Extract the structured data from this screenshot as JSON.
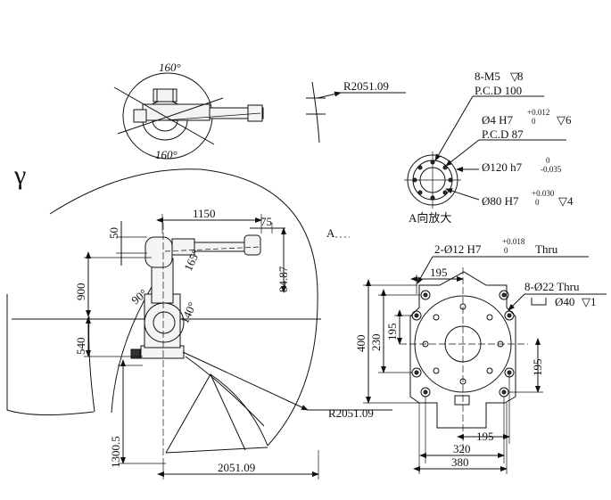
{
  "top_view": {
    "angle_top": "160°",
    "angle_bottom": "160°",
    "radius_label": "R2051.09"
  },
  "side_view": {
    "glyph": "γ",
    "dims": {
      "reach_1150": "1150",
      "d_75": "75",
      "d_50": "50",
      "d_900": "900",
      "d_540": "540",
      "d_1300_5": "1300.5",
      "d_2051_09": "2051.09",
      "d_84_87": "84.87",
      "angle_165": "165°",
      "angle_90": "90°",
      "angle_140": "140°"
    },
    "radius_label": "R2051.09",
    "view_arrow_label": "A"
  },
  "flange_detail": {
    "callout_1_line1": "8-M5",
    "callout_1_line1_depth": "8",
    "callout_1_line2": "P.C.D 100",
    "callout_2_line1": "Ø4 H7",
    "callout_2_line1_tol_top": "+0.012",
    "callout_2_line1_tol_bot": "0",
    "callout_2_line1_depth": "6",
    "callout_2_line2": "P.C.D 87",
    "callout_3": "Ø120 h7",
    "callout_3_tol_top": "0",
    "callout_3_tol_bot": "-0.035",
    "callout_4": "Ø80 H7",
    "callout_4_tol_top": "+0.030",
    "callout_4_tol_bot": "0",
    "callout_4_depth": "4",
    "caption": "A向放大"
  },
  "base_view": {
    "hole_callout_1": "2-Ø12 H7",
    "hole_callout_1_tol_top": "+0.018",
    "hole_callout_1_tol_bot": "0",
    "hole_callout_1_suffix": "Thru",
    "hole_callout_2": "8-Ø22 Thru",
    "hole_callout_2_cb": "Ø40",
    "hole_callout_2_cb_depth": "1",
    "d_195_top": "195",
    "d_195_left": "195",
    "d_230": "230",
    "d_400": "400",
    "d_195_right": "195",
    "d_195_bottom": "195",
    "d_320": "320",
    "d_380": "380"
  }
}
